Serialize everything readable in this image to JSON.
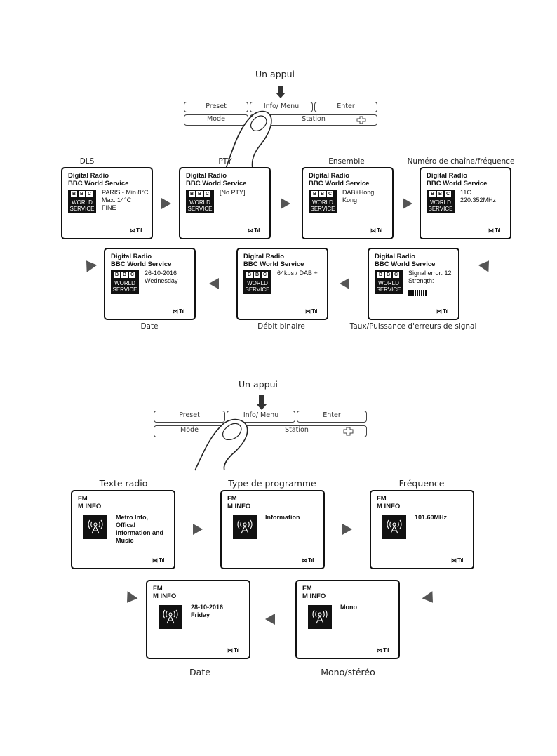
{
  "dab": {
    "press_label": "Un appui",
    "buttons": {
      "preset": "Preset",
      "info_menu": "Info/ Menu",
      "enter": "Enter",
      "mode": "Mode",
      "station": "Station"
    },
    "screen_line1": "Digital Radio",
    "screen_line2": "BBC World Service",
    "logo": {
      "blocks": [
        "B",
        "B",
        "C"
      ],
      "line1": "WORLD",
      "line2": "SERVICE"
    },
    "signal_icon": "signal-antenna-icon",
    "screens": [
      {
        "caption": "DLS",
        "text": "PARIS - Min.8°C\nMax. 14°C\nFINE"
      },
      {
        "caption": "PTY",
        "text": "[No PTY]"
      },
      {
        "caption": "Ensemble",
        "text": "DAB+Hong\nKong"
      },
      {
        "caption": "Numéro de chaîne/fréquence",
        "text": "11C\n220.352MHz"
      },
      {
        "caption": "Taux/Puissance d'erreurs de signal",
        "text": "Signal error: 12\nStrength:"
      },
      {
        "caption": "Débit binaire",
        "text": "64kps / DAB +"
      },
      {
        "caption": "Date",
        "text": "26-10-2016\nWednesday"
      }
    ]
  },
  "fm": {
    "press_label": "Un appui",
    "buttons": {
      "preset": "Preset",
      "info_menu": "Info/ Menu",
      "enter": "Enter",
      "mode": "Mode",
      "station": "Station"
    },
    "screen_line1": "FM",
    "screen_line2": "M INFO",
    "screens": [
      {
        "caption": "Texte radio",
        "text": "Metro Info,\nOffical\nInformation and\nMusic"
      },
      {
        "caption": "Type de programme",
        "text": "Information"
      },
      {
        "caption": "Fréquence",
        "text": "101.60MHz"
      },
      {
        "caption": "Mono/stéréo",
        "text": "Mono"
      },
      {
        "caption": "Date",
        "text": "28-10-2016\nFriday"
      }
    ]
  }
}
